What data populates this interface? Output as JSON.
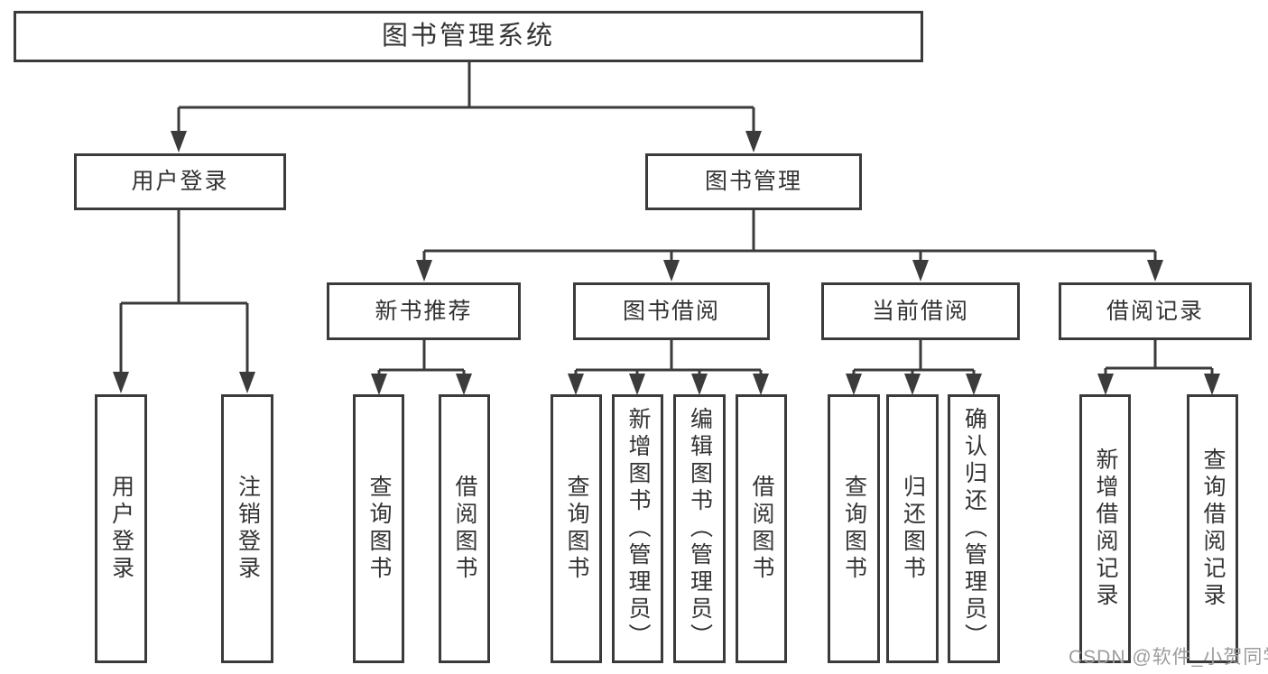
{
  "diagram": {
    "type": "hierarchy-tree",
    "orientation": "top-down",
    "colors": {
      "background": "#ffffff",
      "box_border": "#3b3b3b",
      "connector_line": "#3b3b3b",
      "text": "#333333",
      "watermark_text": "#9c9c9c"
    }
  },
  "tree": {
    "label": "图书管理系统",
    "children": [
      {
        "label": "用户登录",
        "children": [
          {
            "label": "用户登录"
          },
          {
            "label": "注销登录"
          }
        ]
      },
      {
        "label": "图书管理",
        "children": [
          {
            "label": "新书推荐",
            "children": [
              {
                "label": "查询图书"
              },
              {
                "label": "借阅图书"
              }
            ]
          },
          {
            "label": "图书借阅",
            "children": [
              {
                "label": "查询图书"
              },
              {
                "label": "新增图书（管理员）"
              },
              {
                "label": "编辑图书（管理员）"
              },
              {
                "label": "借阅图书"
              }
            ]
          },
          {
            "label": "当前借阅",
            "children": [
              {
                "label": "查询图书"
              },
              {
                "label": "归还图书"
              },
              {
                "label": "确认归还（管理员）"
              }
            ]
          },
          {
            "label": "借阅记录",
            "children": [
              {
                "label": "新增借阅记录"
              },
              {
                "label": "查询借阅记录"
              }
            ]
          }
        ]
      }
    ]
  },
  "watermark": {
    "text": "CSDN @软件_小贺同学"
  }
}
